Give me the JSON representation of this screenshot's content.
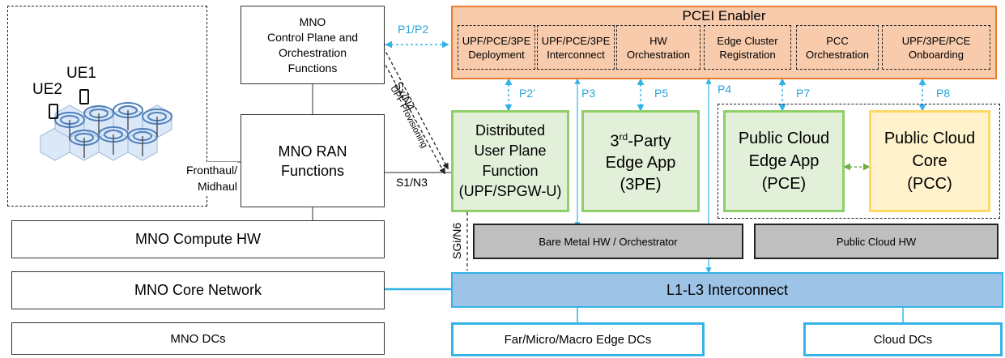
{
  "ran_area": {
    "ue1": "UE1",
    "ue2": "UE2"
  },
  "mno": {
    "control_plane": "MNO\nControl Plane and\nOrchestration\nFunctions",
    "ran_functions": "MNO RAN\nFunctions",
    "compute_hw": "MNO Compute HW",
    "core_network": "MNO Core Network",
    "dcs": "MNO DCs"
  },
  "links": {
    "fronthaul": "Fronthaul/\nMidhaul",
    "s1n3": "S1/N3",
    "sxn4": "Sx/N4",
    "upf_provisioning": "UPF Provisioning",
    "sgi_n6": "SGi/N6",
    "p1p2": "P1/P2",
    "p2prime": "P2’",
    "p3": "P3",
    "p4": "P4",
    "p5": "P5",
    "p7": "P7",
    "p8": "P8"
  },
  "pcei": {
    "title": "PCEI Enabler",
    "modules": [
      "UPF/PCE/3PE\nDeployment",
      "UPF/PCE/3PE\nInterconnect",
      "HW\nOrchestration",
      "Edge Cluster\nRegistration",
      "PCC\nOrchestration",
      "UPF/3PE/PCE\nOnboarding"
    ]
  },
  "edge": {
    "upf": "Distributed\nUser Plane\nFunction\n(UPF/SPGW-U)",
    "third_party_pre": "3",
    "third_party_sup": "rd",
    "third_party_post": "-Party\nEdge App\n(3PE)",
    "pce": "Public Cloud\nEdge App\n(PCE)",
    "pcc": "Public Cloud\nCore\n(PCC)",
    "bare_metal": "Bare Metal HW / Orchestrator",
    "public_cloud_hw": "Public Cloud HW",
    "interconnect": "L1-L3 Interconnect",
    "far_edge_dcs": "Far/Micro/Macro Edge DCs",
    "cloud_dcs": "Cloud DCs"
  },
  "colors": {
    "pcei_fill": "#f8cbad",
    "pcei_border": "#ed7d31",
    "accent_blue": "#35b3e6",
    "interconnect_fill": "#9dc3e6",
    "green_border": "#8fcf6a",
    "green_fill": "#e2efd9",
    "yellow_border": "#ffd966",
    "yellow_fill": "#fff2cc"
  }
}
